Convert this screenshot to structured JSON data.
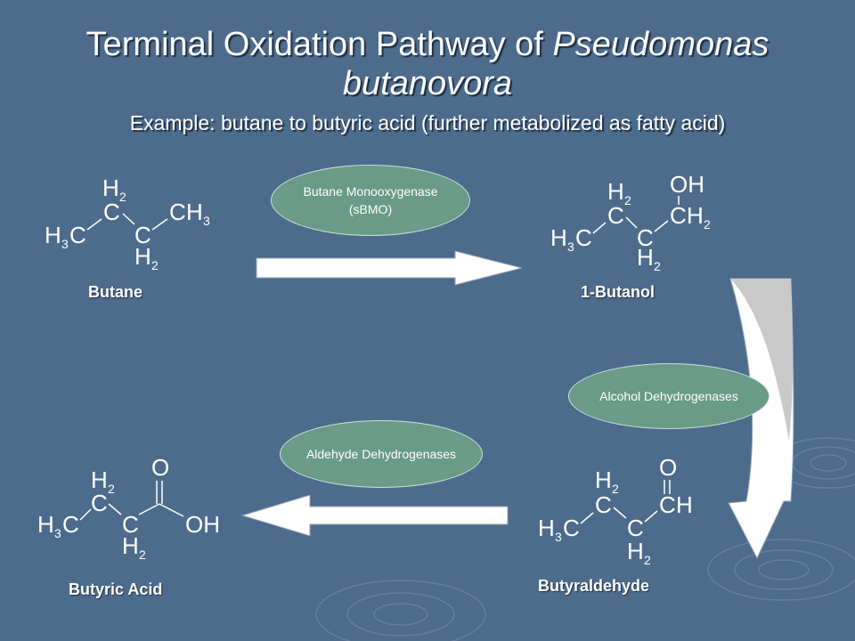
{
  "title": {
    "line1_prefix": "Terminal Oxidation Pathway of ",
    "line1_italic": "Pseudomonas",
    "line2_italic": "butanovora",
    "subtitle": "Example: butane to butyric acid (further metabolized as fatty acid)"
  },
  "compounds": {
    "butane": "Butane",
    "butanol": "1-Butanol",
    "butyraldehyde": "Butyraldehyde",
    "butyric_acid": "Butyric Acid"
  },
  "enzymes": {
    "monooxygenase_line1": "Butane Monooxygenase",
    "monooxygenase_line2": "(sBMO)",
    "alcohol_dh": "Alcohol Dehydrogenases",
    "aldehyde_dh": "Aldehyde Dehydrogenases"
  },
  "atoms": {
    "H": "H",
    "C": "C",
    "O": "O",
    "OH": "OH",
    "sub2": "2",
    "sub3": "3"
  },
  "colors": {
    "background": "#4d6c8c",
    "enzyme_fill": "#6a9a88",
    "arrow_fill": "#ffffff",
    "curved_arrow_shade": "#c9c9c9"
  }
}
